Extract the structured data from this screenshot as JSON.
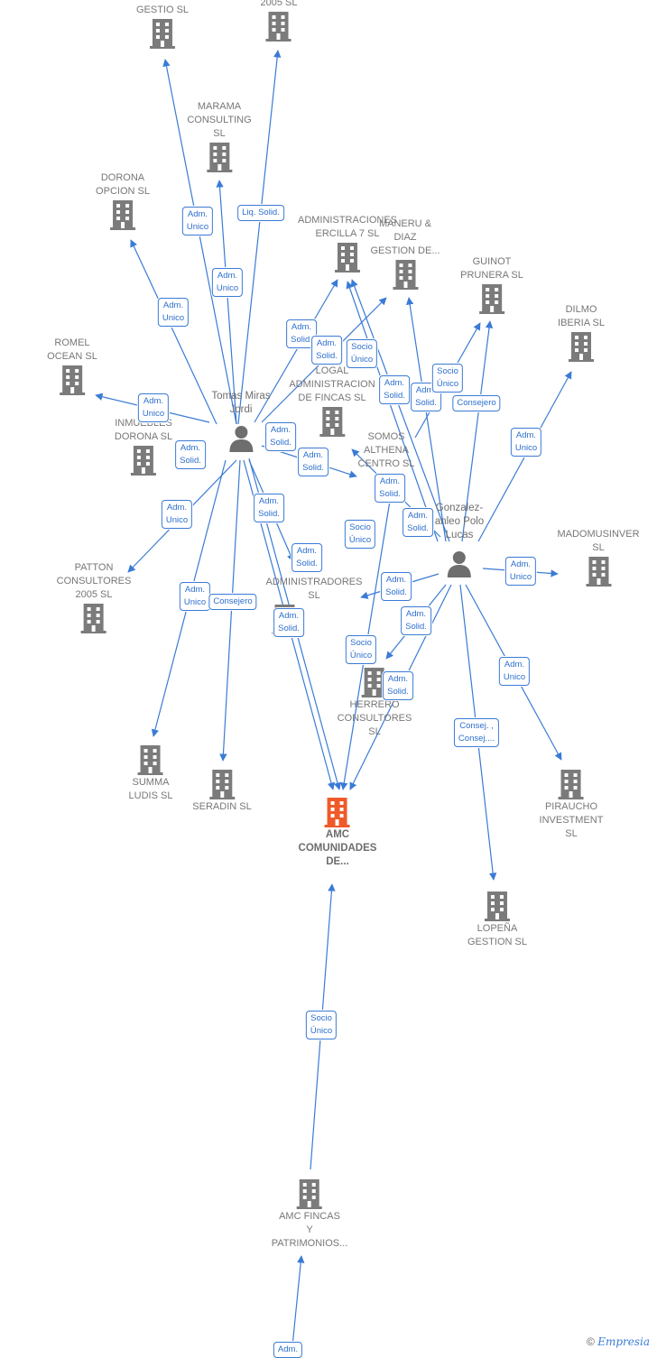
{
  "colors": {
    "edge": "#3a7bd5",
    "building": "#7b7b7b",
    "main_building": "#f05a28",
    "person": "#6e6e6e"
  },
  "persons": [
    {
      "id": "tomas",
      "label": "Tomas Miras\nJordi"
    },
    {
      "id": "gonzalez",
      "label": "Gonzalez-\nanleo Polo\nLucas"
    }
  ],
  "companies": [
    {
      "id": "gestio",
      "label": "GESTIO SL"
    },
    {
      "id": "c2005",
      "label": "2005 SL"
    },
    {
      "id": "marama",
      "label": "MARAMA\nCONSULTING\nSL"
    },
    {
      "id": "dorona",
      "label": "DORONA\nOPCION  SL"
    },
    {
      "id": "admercilla",
      "label": "ADMINISTRACIONES\nERCILLA 7  SL"
    },
    {
      "id": "maneru",
      "label": "MANERU &\nDIAZ\nGESTION DE..."
    },
    {
      "id": "guinot",
      "label": "GUINOT\nPRUNERA  SL"
    },
    {
      "id": "dilmo",
      "label": "DILMO\nIBERIA  SL"
    },
    {
      "id": "romel",
      "label": "ROMEL\nOCEAN  SL"
    },
    {
      "id": "logal",
      "label": "LOGAL\nADMINISTRACION\nDE FINCAS  SL"
    },
    {
      "id": "inmuebles",
      "label": "INMUEBLES\nDORONA  SL"
    },
    {
      "id": "somos",
      "label": "SOMOS\nALTHENA\nCENTRO  SL"
    },
    {
      "id": "madomus",
      "label": "MADOMUSINVER\nSL"
    },
    {
      "id": "patton",
      "label": "PATTON\nCONSULTORES\n2005  SL"
    },
    {
      "id": "administradores",
      "label": "ADMINISTRADORES\nSL"
    },
    {
      "id": "herrero",
      "label": "HERRERO\nCONSULTORES\nSL"
    },
    {
      "id": "summa",
      "label": "SUMMA\nLUDIS  SL"
    },
    {
      "id": "seradin",
      "label": "SERADIN  SL"
    },
    {
      "id": "amc",
      "label": "AMC\nCOMUNIDADES\nDE..."
    },
    {
      "id": "piraucho",
      "label": "PIRAUCHO\nINVESTMENT\nSL"
    },
    {
      "id": "lopena",
      "label": "LOPEÑA\nGESTION SL"
    },
    {
      "id": "amcfincas",
      "label": "AMC FINCAS\nY\nPATRIMONIOS..."
    }
  ],
  "relations": [
    {
      "id": "r1",
      "label": "Adm.\nUnico"
    },
    {
      "id": "r2",
      "label": "Liq.  Solid."
    },
    {
      "id": "r3",
      "label": "Adm.\nUnico"
    },
    {
      "id": "r4",
      "label": "Adm.\nUnico"
    },
    {
      "id": "r5",
      "label": "Adm.\nSolid."
    },
    {
      "id": "r6",
      "label": "Adm.\nSolid."
    },
    {
      "id": "r7",
      "label": "Socio\nÚnico"
    },
    {
      "id": "r8",
      "label": "Adm.\nUnico"
    },
    {
      "id": "r9",
      "label": "Adm.\nSolid."
    },
    {
      "id": "r10",
      "label": "Adm.\nSolid."
    },
    {
      "id": "r11",
      "label": "Adm.\nSolid."
    },
    {
      "id": "r12",
      "label": "Socio\nÚnico"
    },
    {
      "id": "r13",
      "label": "Adm.\nSolid."
    },
    {
      "id": "r14",
      "label": "Consejero"
    },
    {
      "id": "r15",
      "label": "Adm.\nUnico"
    },
    {
      "id": "r16",
      "label": "Adm.\nSolid."
    },
    {
      "id": "r17",
      "label": "Adm.\nUnico"
    },
    {
      "id": "r18",
      "label": "Adm.\nSolid."
    },
    {
      "id": "r19",
      "label": "Adm.\nSolid."
    },
    {
      "id": "r20",
      "label": "Socio\nÚnico"
    },
    {
      "id": "r21",
      "label": "Adm.\nSolid."
    },
    {
      "id": "r22",
      "label": "Adm.\nSolid."
    },
    {
      "id": "r23",
      "label": "Adm.\nUnico"
    },
    {
      "id": "r24",
      "label": "Adm.\nSolid."
    },
    {
      "id": "r25",
      "label": "Adm.\nUnico"
    },
    {
      "id": "r26",
      "label": "Consejero"
    },
    {
      "id": "r27",
      "label": "Adm.\nSolid."
    },
    {
      "id": "r28",
      "label": "Adm.\nSolid."
    },
    {
      "id": "r29",
      "label": "Socio\nÚnico"
    },
    {
      "id": "r30",
      "label": "Adm.\nSolid."
    },
    {
      "id": "r31",
      "label": "Adm.\nUnico"
    },
    {
      "id": "r32",
      "label": "Consej. ,\nConsej...."
    },
    {
      "id": "r33",
      "label": "Socio\nÚnico"
    },
    {
      "id": "r34",
      "label": "Adm."
    }
  ],
  "footer": {
    "copyright": "©",
    "brand": "Empresia"
  }
}
